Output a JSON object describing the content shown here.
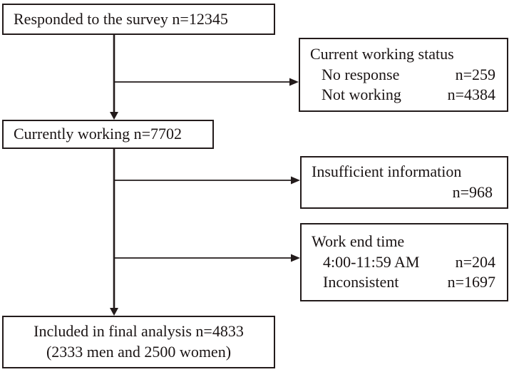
{
  "figure": {
    "type": "flow-diagram",
    "title": "Study participant selection flowchart",
    "stroke_color": "#231b1b",
    "background_color": "#ffffff"
  },
  "nodes": {
    "responded": {
      "text": "Responded to the survey n=12345"
    },
    "currently_working": {
      "text": "Currently working n=7702"
    },
    "final": {
      "line1": "Included in final analysis n=4833",
      "line2": "(2333 men and 2500 women)"
    },
    "working_status": {
      "header": "Current working status",
      "rows": [
        {
          "label": "No response",
          "value": "n=259"
        },
        {
          "label": "Not working",
          "value": "n=4384"
        }
      ]
    },
    "insufficient": {
      "header": "Insufficient information",
      "value": "n=968"
    },
    "work_end": {
      "header": "Work end time",
      "rows": [
        {
          "label": "4:00-11:59 AM",
          "value": "n=204"
        },
        {
          "label": "Inconsistent",
          "value": "n=1697"
        }
      ]
    }
  },
  "connectors": [
    {
      "name": "responded-to-currently-working",
      "kind": "vertical-arrow"
    },
    {
      "name": "responded-to-working-status",
      "kind": "branch-arrow"
    },
    {
      "name": "currently-working-to-final",
      "kind": "vertical-arrow"
    },
    {
      "name": "currently-working-to-insufficient",
      "kind": "branch-arrow"
    },
    {
      "name": "currently-working-to-work-end",
      "kind": "branch-arrow"
    }
  ]
}
